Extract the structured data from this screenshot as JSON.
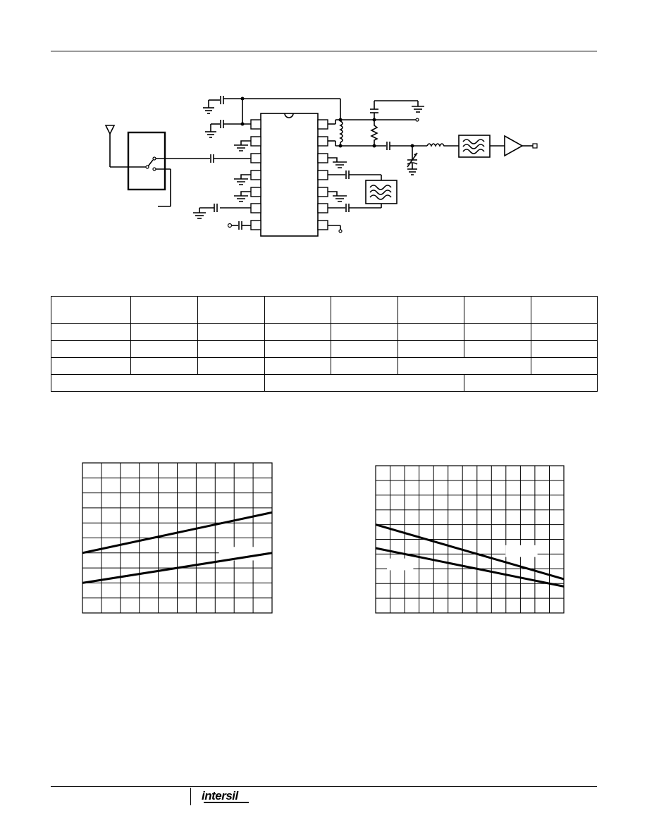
{
  "footer": {
    "logo_text": "intersil"
  },
  "table": {
    "columns": 8,
    "rows": 5,
    "cells": [
      [
        "",
        "",
        "",
        "",
        "",
        "",
        "",
        ""
      ],
      [
        "",
        "",
        "",
        "",
        "",
        "",
        "",
        ""
      ],
      [
        "",
        "",
        "",
        "",
        "",
        "",
        "",
        ""
      ],
      [
        "",
        "",
        "",
        "",
        "",
        "",
        "",
        ""
      ],
      [
        "",
        "",
        ""
      ]
    ]
  },
  "chart_data": [
    {
      "type": "line",
      "grid_columns": 10,
      "grid_rows": 10,
      "grid": true,
      "series": [
        {
          "x": [
            0,
            10
          ],
          "values": [
            4.0,
            6.7
          ]
        },
        {
          "x": [
            0,
            10
          ],
          "values": [
            2.0,
            4.0
          ]
        }
      ],
      "xlim": [
        0,
        10
      ],
      "ylim": [
        0,
        10
      ]
    },
    {
      "type": "line",
      "grid_columns": 13,
      "grid_rows": 10,
      "grid": true,
      "series": [
        {
          "x": [
            0,
            13
          ],
          "values": [
            6.0,
            2.3
          ]
        },
        {
          "x": [
            0,
            13
          ],
          "values": [
            4.4,
            1.8
          ]
        }
      ],
      "xlim": [
        0,
        13
      ],
      "ylim": [
        0,
        10
      ]
    }
  ]
}
